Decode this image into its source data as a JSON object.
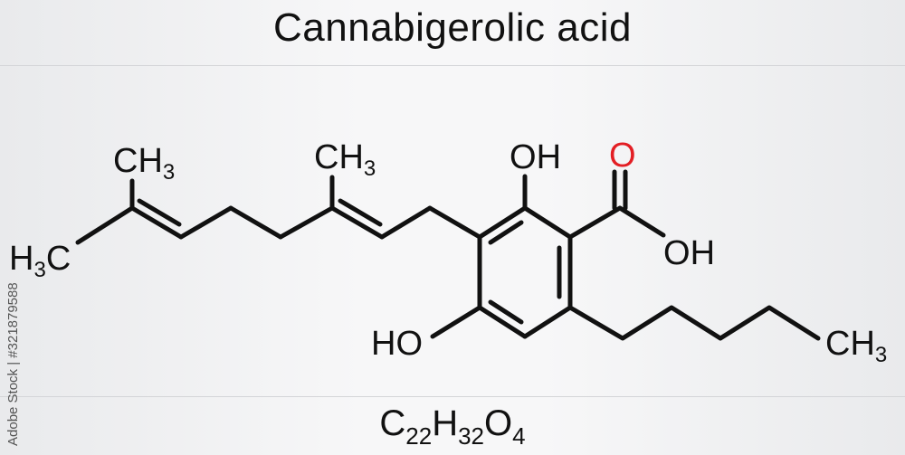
{
  "title": "Cannabigerolic acid",
  "formula": {
    "c": "C",
    "c_n": "22",
    "h": "H",
    "h_n": "32",
    "o": "O",
    "o_n": "4"
  },
  "labels": {
    "ch3_terminal_top": {
      "main": "CH",
      "sub": "3"
    },
    "h3c_terminal_left": {
      "main": "H",
      "sub": "3",
      "tail": "C"
    },
    "ch3_branch": {
      "main": "CH",
      "sub": "3"
    },
    "oh_top": {
      "o": "O",
      "h": "H"
    },
    "carbonyl_o": "O",
    "acid_oh": {
      "o": "O",
      "h": "H"
    },
    "oh_bottom": {
      "h": "H",
      "o": "O"
    },
    "ch3_pentyl": {
      "main": "CH",
      "sub": "3"
    }
  },
  "watermark": "Adobe Stock | #321879588",
  "colors": {
    "oxygen": "#e31e24",
    "bond": "#111111"
  }
}
